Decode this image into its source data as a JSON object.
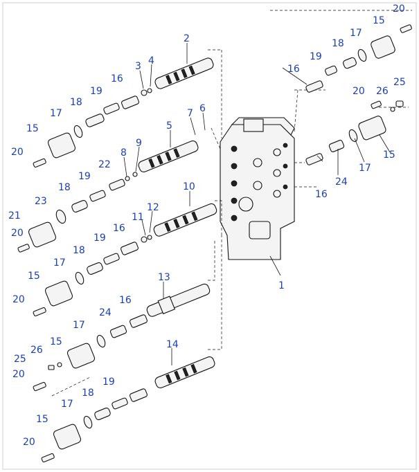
{
  "labels": {
    "l1": "1",
    "l2": "2",
    "l3": "3",
    "l4": "4",
    "l5": "5",
    "l6": "6",
    "l7": "7",
    "l8": "8",
    "l9": "9",
    "l10": "10",
    "l11": "11",
    "l12": "12",
    "l13": "13",
    "l14": "14",
    "l15a": "15",
    "l15b": "15",
    "l15c": "15",
    "l15d": "15",
    "l15e": "15",
    "l15f": "15",
    "l16a": "16",
    "l16b": "16",
    "l16c": "16",
    "l16d": "16",
    "l16e": "16",
    "l17a": "17",
    "l17b": "17",
    "l17c": "17",
    "l17d": "17",
    "l17e": "17",
    "l17f": "17",
    "l18a": "18",
    "l18b": "18",
    "l18c": "18",
    "l18d": "18",
    "l18e": "18",
    "l19a": "19",
    "l19b": "19",
    "l19c": "19",
    "l19d": "19",
    "l19e": "19",
    "l20a": "20",
    "l20b": "20",
    "l20c": "20",
    "l20d": "20",
    "l20e": "20",
    "l20f": "20",
    "l20g": "20",
    "l21": "21",
    "l22": "22",
    "l23": "23",
    "l24a": "24",
    "l24b": "24",
    "l25a": "25",
    "l25b": "25",
    "l26a": "26",
    "l26b": "26"
  }
}
